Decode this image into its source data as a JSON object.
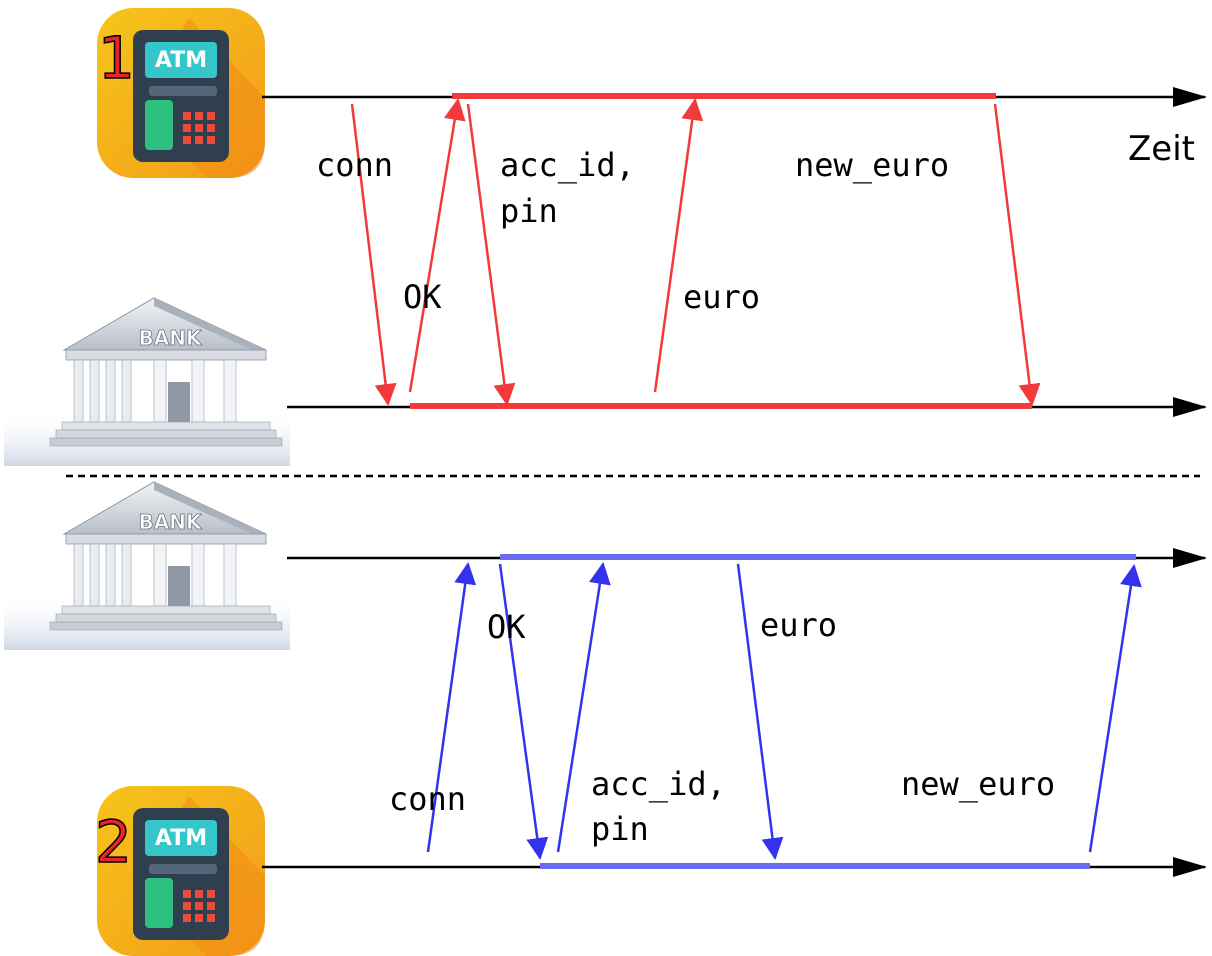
{
  "time_label": "Zeit",
  "scenario_1": {
    "number": "1",
    "atm_label": "ATM",
    "bank_label": "BANK",
    "messages": {
      "conn": "conn",
      "ok": "OK",
      "acc_id": "acc_id,",
      "pin": "pin",
      "euro": "euro",
      "new_euro": "new_euro"
    }
  },
  "scenario_2": {
    "number": "2",
    "atm_label": "ATM",
    "bank_label": "BANK",
    "messages": {
      "conn": "conn",
      "ok": "OK",
      "acc_id": "acc_id,",
      "pin": "pin",
      "euro": "euro",
      "new_euro": "new_euro"
    }
  },
  "colors": {
    "scenario_1": "#f23a3a",
    "scenario_2": "#3333ee",
    "scenario_2_bar": "#6b6bf0",
    "axis": "#000000",
    "atm_bg_top": "#f6c51a",
    "atm_bg_bottom": "#f39a1a"
  },
  "icons": [
    "atm-icon",
    "bank-icon"
  ]
}
